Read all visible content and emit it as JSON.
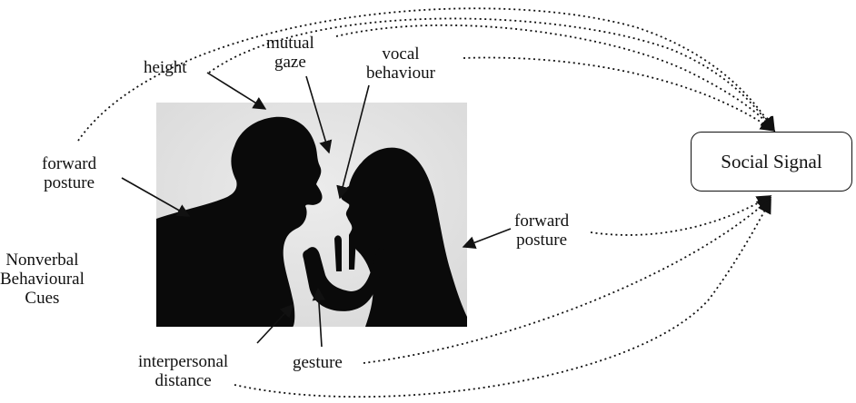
{
  "cues_title": {
    "line1": "Nonverbal",
    "line2": "Behavioural",
    "line3": "Cues"
  },
  "labels": {
    "height": "height",
    "mutual_gaze": {
      "line1": "mutual",
      "line2": "gaze"
    },
    "vocal_behaviour": {
      "line1": "vocal",
      "line2": "behaviour"
    },
    "forward_posture_left": {
      "line1": "forward",
      "line2": "posture"
    },
    "forward_posture_right": {
      "line1": "forward",
      "line2": "posture"
    },
    "interpersonal_distance": {
      "line1": "interpersonal",
      "line2": "distance"
    },
    "gesture": "gesture"
  },
  "social_signal": "Social Signal",
  "colors": {
    "ink": "#111111",
    "photo_bg": "#e6e6e6",
    "silhouette": "#0a0a0a"
  }
}
